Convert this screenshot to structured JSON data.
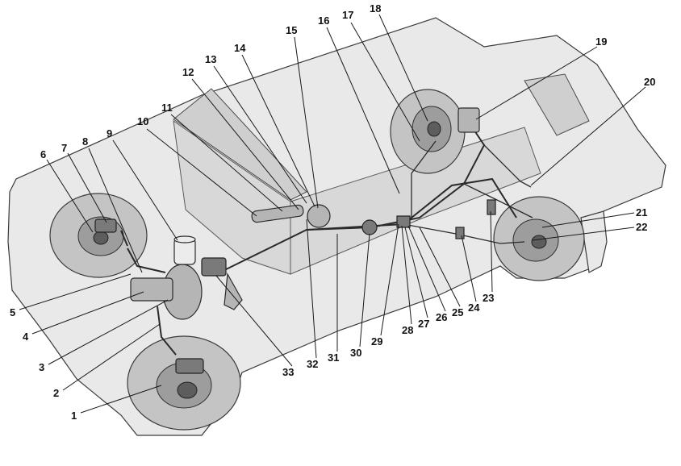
{
  "callouts": [
    {
      "label": "1"
    },
    {
      "label": "2"
    },
    {
      "label": "3"
    },
    {
      "label": "4"
    },
    {
      "label": "5"
    },
    {
      "label": "6"
    },
    {
      "label": "7"
    },
    {
      "label": "8"
    },
    {
      "label": "9"
    },
    {
      "label": "10"
    },
    {
      "label": "11"
    },
    {
      "label": "12"
    },
    {
      "label": "13"
    },
    {
      "label": "14"
    },
    {
      "label": "15"
    },
    {
      "label": "16"
    },
    {
      "label": "17"
    },
    {
      "label": "18"
    },
    {
      "label": "19"
    },
    {
      "label": "20"
    },
    {
      "label": "21"
    },
    {
      "label": "22"
    },
    {
      "label": "23"
    },
    {
      "label": "24"
    },
    {
      "label": "25"
    },
    {
      "label": "26"
    },
    {
      "label": "27"
    },
    {
      "label": "28"
    },
    {
      "label": "29"
    },
    {
      "label": "30"
    },
    {
      "label": "31"
    },
    {
      "label": "32"
    },
    {
      "label": "33"
    }
  ]
}
